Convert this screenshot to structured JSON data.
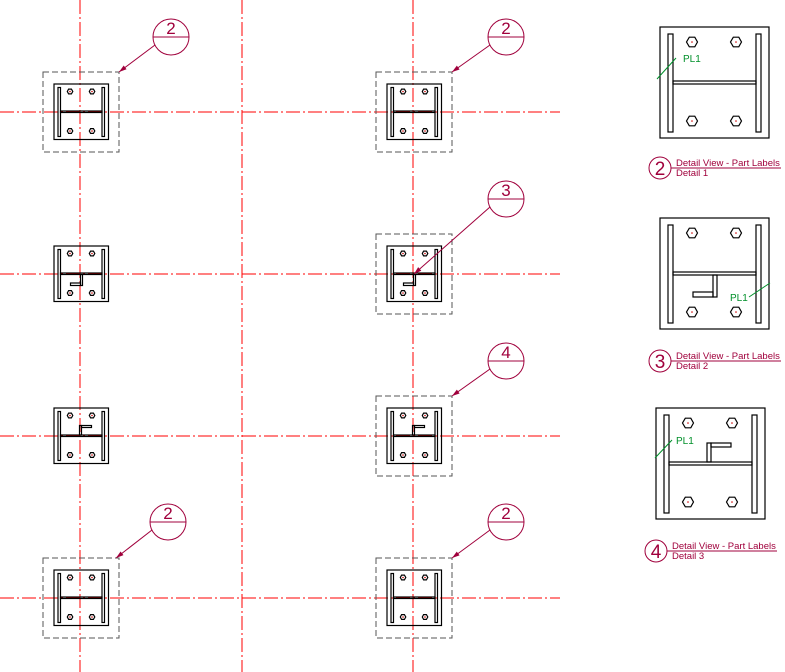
{
  "colors": {
    "centerline": "#ff0000",
    "markup": "#a0003c",
    "part_label": "#00902a",
    "object": "#000000"
  },
  "callouts": [
    {
      "id": "c1",
      "label": "2"
    },
    {
      "id": "c2",
      "label": "2"
    },
    {
      "id": "c3",
      "label": "3"
    },
    {
      "id": "c4",
      "label": "4"
    },
    {
      "id": "c5",
      "label": "2"
    },
    {
      "id": "c6",
      "label": "2"
    }
  ],
  "details": [
    {
      "number": "2",
      "title": "Detail View - Part Labels",
      "subtitle": "Detail 1",
      "part_label": "PL1"
    },
    {
      "number": "3",
      "title": "Detail View - Part Labels",
      "subtitle": "Detail 2",
      "part_label": "PL1"
    },
    {
      "number": "4",
      "title": "Detail View - Part Labels",
      "subtitle": "Detail 3",
      "part_label": "PL1"
    }
  ]
}
